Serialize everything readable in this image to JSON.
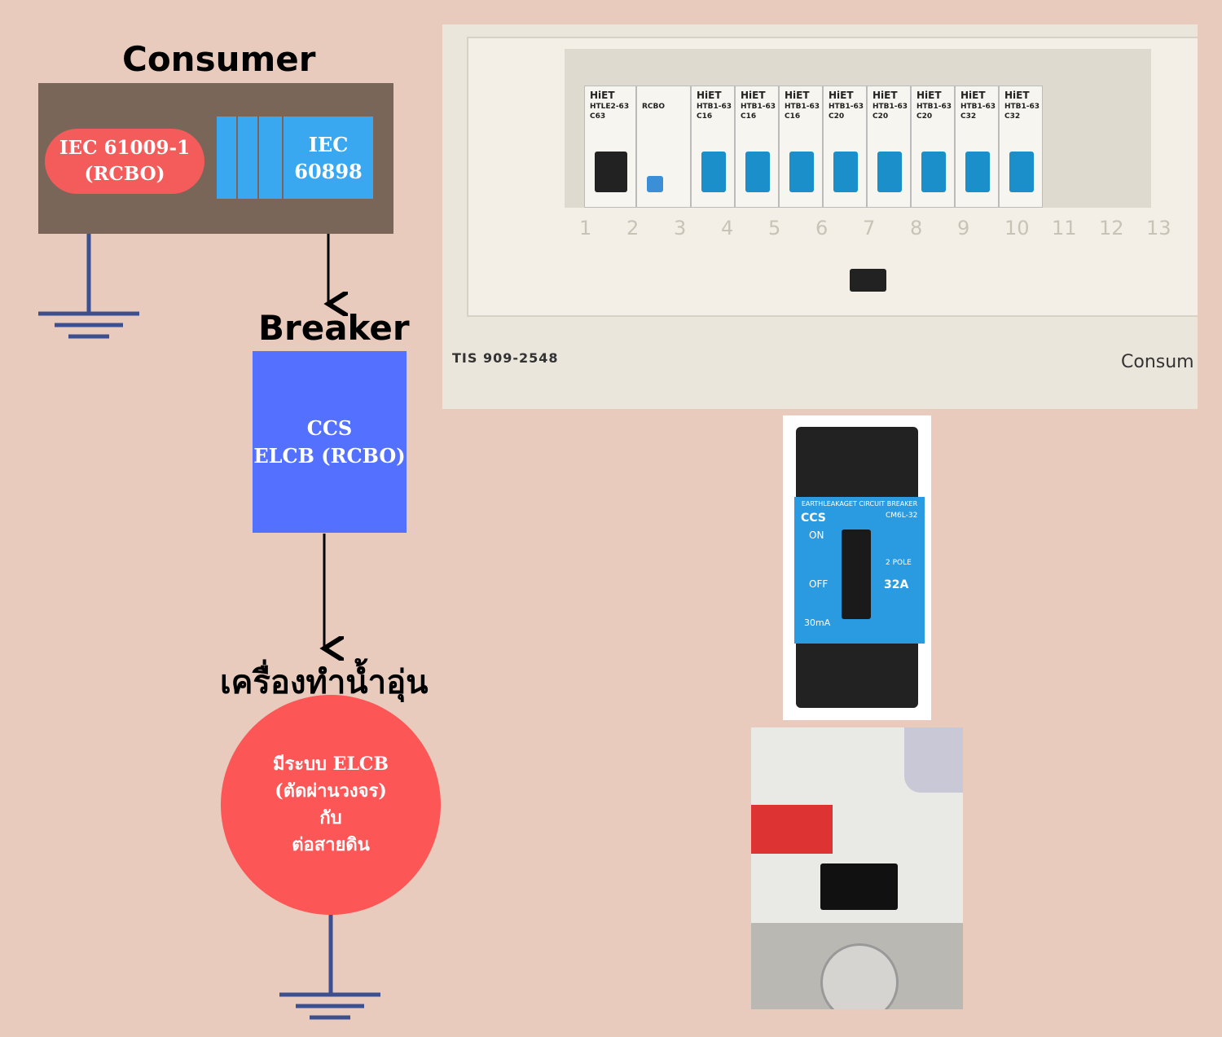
{
  "consumer": {
    "title": "Consumer",
    "rcbo_standard_line1": "IEC 61009-1",
    "rcbo_standard_line2": "(RCBO)",
    "mcb_standard_line1": "IEC",
    "mcb_standard_line2": "60898"
  },
  "breaker": {
    "title": "Breaker",
    "line1": "CCS",
    "line2": "ELCB (RCBO)"
  },
  "heater": {
    "title": "เครื่องทำน้ำอุ่น",
    "line1": "มีระบบ ELCB",
    "line2": "(ตัดผ่านวงจร)",
    "line3": "กับ",
    "line4": "ต่อสายดิน"
  },
  "colors": {
    "background": "#e8cbbc",
    "consumer_box": "#7a6658",
    "rcbo_pill": "#f45b5b",
    "mcb_module": "#3aa8f0",
    "breaker_box": "#5470ff",
    "heater_circle": "#fd5656",
    "ground_symbol": "#3c4f90"
  },
  "panel_photo": {
    "certification": "TIS 909-2548",
    "brand_text": "Consum",
    "breakers": [
      {
        "brand": "HiET",
        "model": "HTLE2-63",
        "rating": "C63"
      },
      {
        "brand": "",
        "model": "RCBO",
        "rating": ""
      },
      {
        "brand": "HiET",
        "model": "HTB1-63",
        "rating": "C16"
      },
      {
        "brand": "HiET",
        "model": "HTB1-63",
        "rating": "C16"
      },
      {
        "brand": "HiET",
        "model": "HTB1-63",
        "rating": "C16"
      },
      {
        "brand": "HiET",
        "model": "HTB1-63",
        "rating": "C20"
      },
      {
        "brand": "HiET",
        "model": "HTB1-63",
        "rating": "C20"
      },
      {
        "brand": "HiET",
        "model": "HTB1-63",
        "rating": "C20"
      },
      {
        "brand": "HiET",
        "model": "HTB1-63",
        "rating": "C32"
      },
      {
        "brand": "HiET",
        "model": "HTB1-63",
        "rating": "C32"
      }
    ],
    "slot_numbers": [
      "1",
      "2",
      "3",
      "4",
      "5",
      "6",
      "7",
      "8",
      "9",
      "10",
      "11",
      "12",
      "13"
    ]
  },
  "elcb_photo": {
    "heading": "EARTHLEAKAGET CIRCUIT BREAKER",
    "brand": "CCS",
    "model": "CM6L-32",
    "on": "ON",
    "off": "OFF",
    "poles": "2 POLE",
    "rating": "32A",
    "sensitivity": "30mA"
  }
}
